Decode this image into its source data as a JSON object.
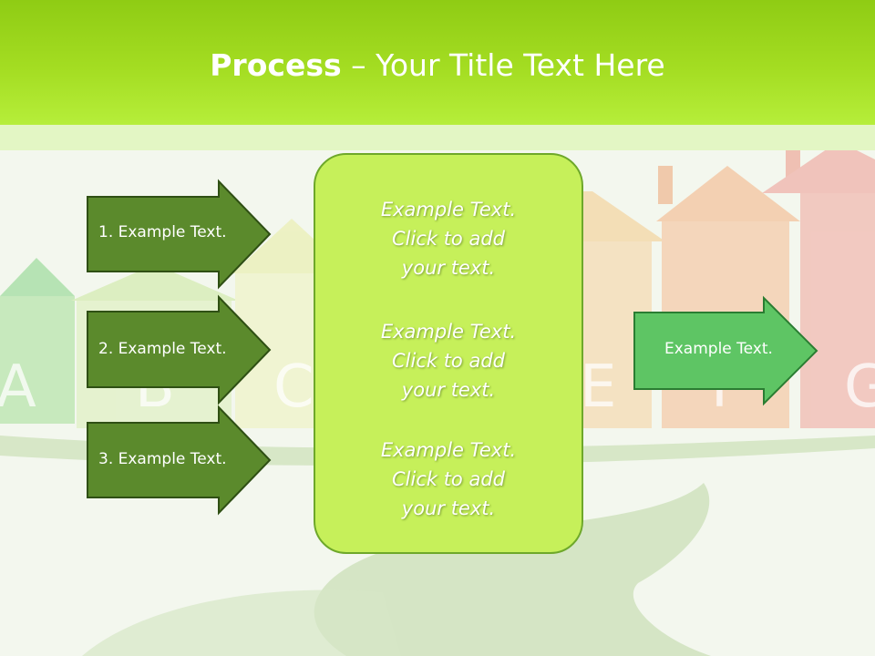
{
  "title": {
    "bold": "Process",
    "rest": " – Your Title Text Here"
  },
  "steps": [
    {
      "label": "1. Example Text."
    },
    {
      "label": "2. Example Text."
    },
    {
      "label": "3. Example Text."
    }
  ],
  "panel": {
    "blocks": [
      {
        "lines": [
          "Example Text.",
          "Click  to add",
          "your text."
        ]
      },
      {
        "lines": [
          "Example Text.",
          "Click  to add",
          "your text."
        ]
      },
      {
        "lines": [
          "Example Text.",
          "Click  to add",
          "your text."
        ]
      }
    ]
  },
  "output": {
    "label": "Example Text."
  },
  "background": {
    "letters": [
      "A",
      "B",
      "C",
      "E",
      "F",
      "G"
    ]
  },
  "colors": {
    "title_band": "#a4dd22",
    "step_arrow_fill": "#5b8a2c",
    "step_arrow_border": "#2f4f14",
    "panel_fill": "#c6f05a",
    "output_arrow_fill": "#5ec564"
  }
}
